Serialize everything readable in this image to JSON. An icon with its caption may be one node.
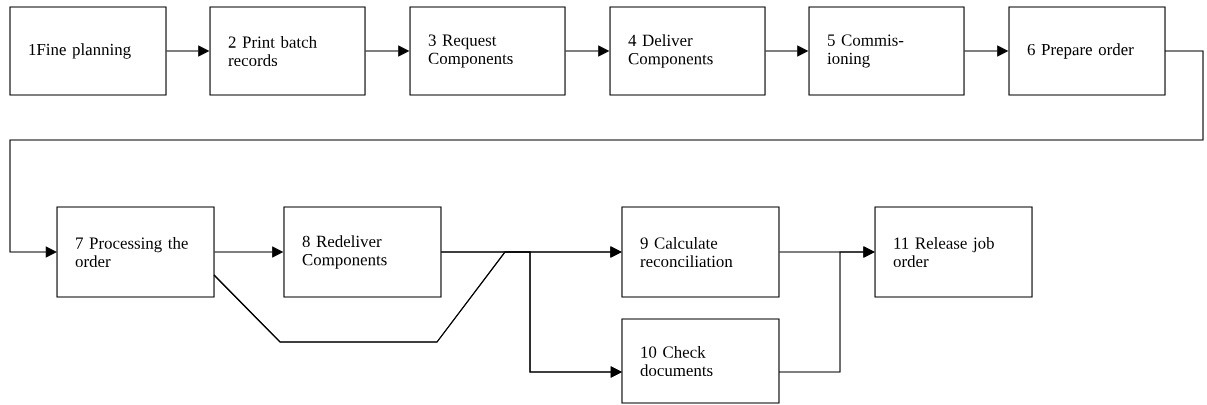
{
  "diagram": {
    "nodes": [
      {
        "text": [
          "1Fine planning"
        ]
      },
      {
        "text": [
          "2 Print batch records"
        ]
      },
      {
        "text": [
          "3 Request Components"
        ]
      },
      {
        "text": [
          "4 Deliver Components"
        ]
      },
      {
        "text": [
          "5 Commis- ioning"
        ]
      },
      {
        "text": [
          "6 Prepare order"
        ]
      },
      {
        "text": [
          "7 Processing the order"
        ]
      },
      {
        "text": [
          "8 Redeliver Components"
        ]
      },
      {
        "text": [
          "9 Calculate reconciliation"
        ]
      },
      {
        "text": [
          "10 Check documents"
        ]
      },
      {
        "text": [
          "11 Release job order"
        ]
      }
    ],
    "edges": [
      {
        "from": 0,
        "to": 1,
        "arrow": "to"
      },
      {
        "from": 1,
        "to": 2,
        "arrow": "to"
      },
      {
        "from": 2,
        "to": 3,
        "arrow": "to"
      },
      {
        "from": 3,
        "to": 4,
        "arrow": "to"
      },
      {
        "from": 4,
        "to": 5,
        "arrow": "to"
      },
      {
        "from": 5,
        "to": 6,
        "arrow": "to"
      },
      {
        "from": 6,
        "to": 7,
        "arrow": "to"
      },
      {
        "from": 7,
        "to": 8,
        "arrow": "to"
      },
      {
        "from": 7,
        "to": 9,
        "arrow": "to"
      },
      {
        "from": 6,
        "to": 8,
        "arrow": "to"
      },
      {
        "from": 6,
        "to": 9,
        "arrow": "to"
      },
      {
        "from": 8,
        "to": 10,
        "arrow": "to"
      },
      {
        "from": 9,
        "to": 10,
        "arrow": "to"
      }
    ]
  }
}
